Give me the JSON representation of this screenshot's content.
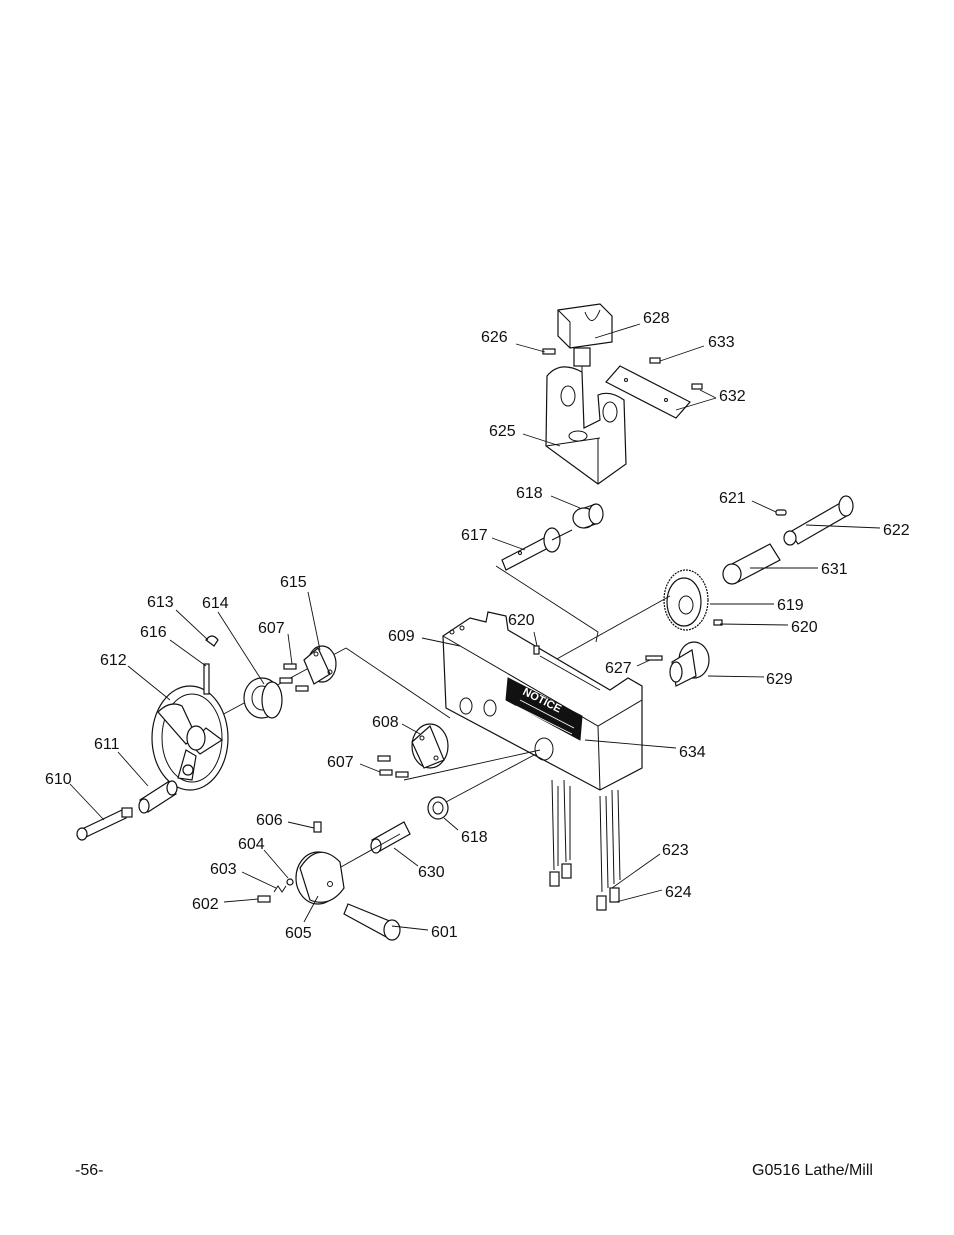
{
  "diagram": {
    "callouts": {
      "p601": "601",
      "p602": "602",
      "p603": "603",
      "p604": "604",
      "p605": "605",
      "p606": "606",
      "p607a": "607",
      "p607b": "607",
      "p608": "608",
      "p609": "609",
      "p610": "610",
      "p611": "611",
      "p612": "612",
      "p613": "613",
      "p614": "614",
      "p615": "615",
      "p616": "616",
      "p617": "617",
      "p618a": "618",
      "p618b": "618",
      "p619": "619",
      "p620a": "620",
      "p620b": "620",
      "p621": "621",
      "p622": "622",
      "p623": "623",
      "p624": "624",
      "p625": "625",
      "p626": "626",
      "p627": "627",
      "p628": "628",
      "p629": "629",
      "p630": "630",
      "p631": "631",
      "p632": "632",
      "p633": "633",
      "p634": "634"
    },
    "notice_label": {
      "heading": "NOTICE"
    }
  },
  "footer": {
    "page_number": "-56-",
    "manual_title": "G0516 Lathe/Mill"
  }
}
